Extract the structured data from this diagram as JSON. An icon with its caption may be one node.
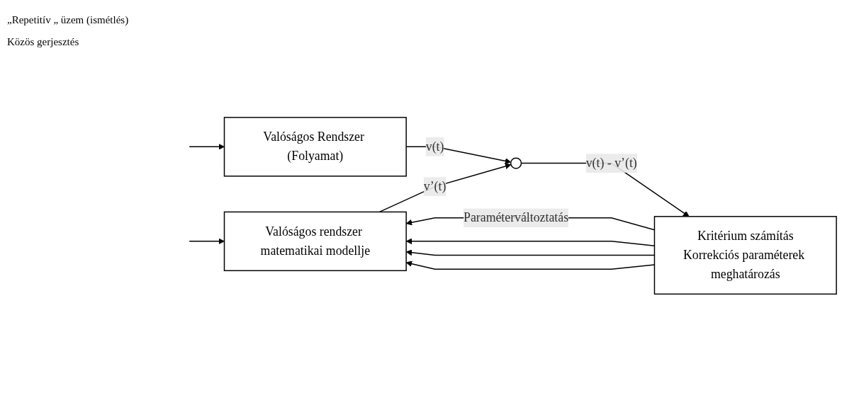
{
  "diagram": {
    "nodes": [
      {
        "text": [
          "Valóságos rendszer matematikai modellje"
        ]
      },
      {
        "text": [
          "Valóságos Rendszer (Folyamat)"
        ]
      },
      {
        "text": [],
        "shape": "circle"
      },
      {
        "text": [
          "Kritérium számítás",
          "Korrekciós paraméterek meghatározás"
        ]
      }
    ],
    "edges": [
      {
        "from": null,
        "to": 0,
        "arrow": "to"
      },
      {
        "from": null,
        "to": 1,
        "arrow": "to"
      },
      {
        "from": 0,
        "to": 2,
        "label": "v’(t)",
        "arrow": "to"
      },
      {
        "from": 1,
        "to": 2,
        "label": "v(t)",
        "arrow": "to"
      },
      {
        "from": 2,
        "to": 3,
        "label": "v(t) - v’(t)",
        "arrow": "to"
      },
      {
        "from": 3,
        "to": 0,
        "label": "Paraméterváltoztatás",
        "arrow": "to"
      },
      {
        "from": 3,
        "to": 0,
        "arrow": "to"
      },
      {
        "from": 3,
        "to": 0,
        "arrow": "to"
      },
      {
        "from": 3,
        "to": 0,
        "arrow": "to"
      }
    ],
    "labels": [
      "„Repetitív „ üzem (ismétlés)",
      "Közös gerjesztés"
    ]
  }
}
